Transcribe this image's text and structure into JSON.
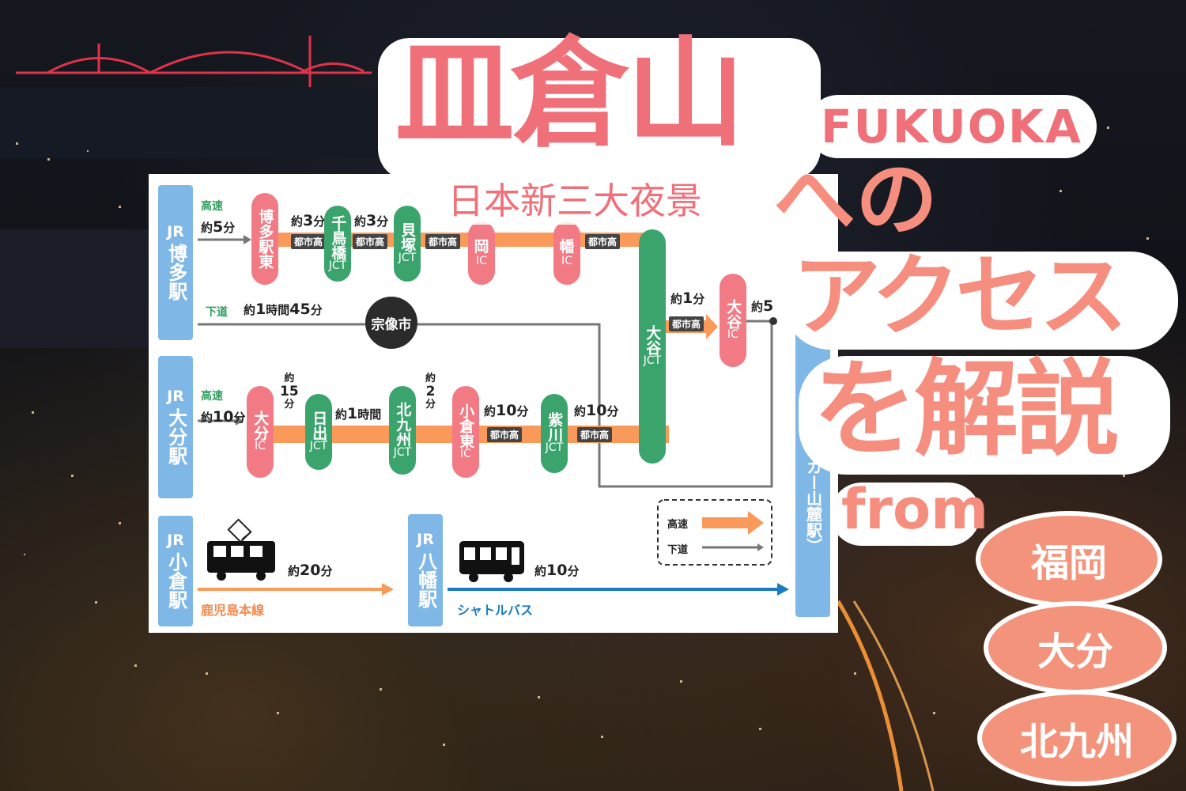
{
  "title": {
    "main": "皿倉山",
    "sub": "日本新三大夜景",
    "en": "FUKUOKA",
    "line2": "への",
    "line3": "アクセス",
    "line4": "を解説",
    "from": "from"
  },
  "origins": [
    "福岡",
    "大分",
    "北九州"
  ],
  "diagram": {
    "hakata": {
      "station": [
        "JR",
        "博多駅"
      ],
      "mode": "高速",
      "time_pre": "約",
      "time_num": "5",
      "time_unit": "分",
      "nodes": [
        {
          "lines": [
            "博多",
            "駅東"
          ],
          "sub": ""
        },
        {
          "lines": [
            "千鳥",
            "橋"
          ],
          "sub": "JCT"
        },
        {
          "lines": [
            "貝塚"
          ],
          "sub": "JCT"
        },
        {
          "lines": [
            "岡"
          ],
          "sub": "IC"
        },
        {
          "lines": [
            "幡"
          ],
          "sub": "IC"
        }
      ],
      "segments": [
        {
          "pre": "約",
          "num": "3",
          "unit": "分",
          "tag": "都市高"
        },
        {
          "pre": "約",
          "num": "3",
          "unit": "分",
          "tag": "都市高"
        },
        {
          "pre": "",
          "num": "",
          "unit": "",
          "tag": "都市高"
        },
        {
          "pre": "",
          "num": "",
          "unit": "",
          "tag": "都市高"
        }
      ],
      "local": {
        "mode": "下道",
        "pre": "約",
        "n1": "1",
        "u1": "時間",
        "n2": "45",
        "u2": "分",
        "via": "宗像市"
      }
    },
    "oita": {
      "station": [
        "JR",
        "大分駅"
      ],
      "mode": "高速",
      "time_pre": "約",
      "time_num": "10",
      "time_unit": "分",
      "nodes": [
        {
          "lines": [
            "大分"
          ],
          "sub": "IC"
        },
        {
          "lines": [
            "日出"
          ],
          "sub": "JCT"
        },
        {
          "lines": [
            "北九州"
          ],
          "sub": "JCT"
        },
        {
          "lines": [
            "小倉東"
          ],
          "sub": "IC"
        },
        {
          "lines": [
            "紫川"
          ],
          "sub": "JCT"
        }
      ],
      "seg1": {
        "pre": "約",
        "num": "15",
        "unit": "分"
      },
      "seg2": {
        "pre": "約",
        "num": "1",
        "unit": "時間"
      },
      "seg3": {
        "pre": "約",
        "num": "2",
        "unit": "分"
      },
      "seg4": {
        "pre": "約",
        "num": "10",
        "unit": "分",
        "tag": "都市高"
      },
      "seg5": {
        "pre": "約",
        "num": "10",
        "unit": "分",
        "tag": "都市高"
      }
    },
    "otani_jct": {
      "lines": [
        "大谷"
      ],
      "sub": "JCT"
    },
    "otani_ic": {
      "lines": [
        "大谷"
      ],
      "sub": "IC"
    },
    "otani_seg": {
      "pre": "約",
      "num": "1",
      "unit": "分",
      "tag": "都市高"
    },
    "last_seg": {
      "pre": "約",
      "num": "5",
      "unit": ""
    },
    "kokura": {
      "station": [
        "JR",
        "小倉駅"
      ],
      "pre": "約",
      "num": "20",
      "unit": "分",
      "line": "鹿児島本線"
    },
    "yahata": {
      "station": [
        "JR",
        "八幡駅"
      ],
      "pre": "約",
      "num": "10",
      "unit": "分",
      "line": "シャトルバス"
    },
    "destination": "カー山麓駅）",
    "legend": {
      "expressway": "高速",
      "local": "下道"
    }
  },
  "colors": {
    "pink": "#f27a84",
    "green": "#3aa46c",
    "orange": "#f99a5a",
    "blue": "#1a7cc4",
    "station": "#7fb8e6"
  }
}
